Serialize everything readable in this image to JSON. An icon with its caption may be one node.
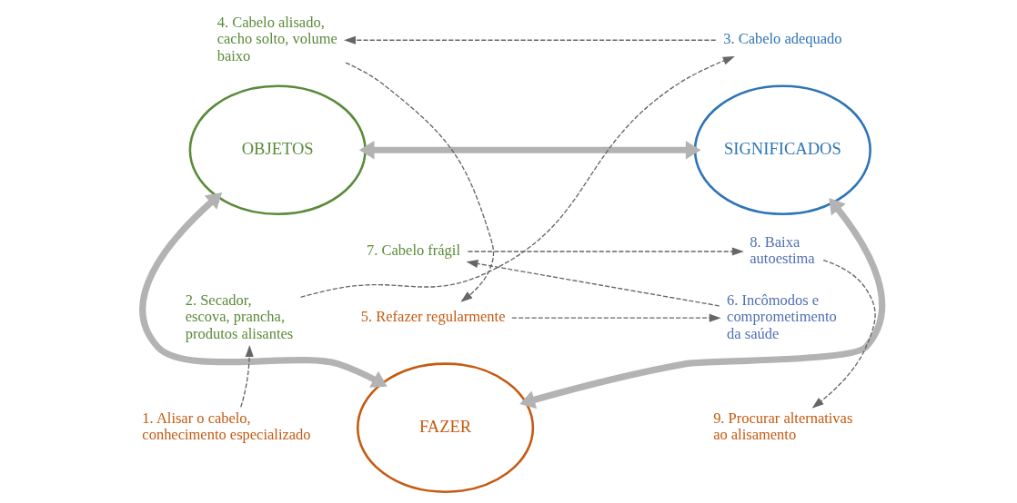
{
  "diagram": {
    "nodes": [
      {
        "text": [
          "OBJETOS"
        ]
      },
      {
        "text": [
          "SIGNIFICADOS"
        ]
      },
      {
        "text": [
          "FAZER"
        ]
      },
      {
        "text": [
          "1. Alisar o cabelo, conhecimento especializado"
        ]
      },
      {
        "text": [
          "2. Secador, escova, prancha, produtos alisantes"
        ]
      },
      {
        "text": [
          "3. Cabelo adequado"
        ]
      },
      {
        "text": [
          "4. Cabelo alisado, cacho solto, volume baixo"
        ]
      },
      {
        "text": [
          "5. Refazer regularmente"
        ]
      },
      {
        "text": [
          "6. Incômodos e comprometimento da saúde"
        ]
      },
      {
        "text": [
          "7. Cabelo frágil"
        ]
      },
      {
        "text": [
          "8. Baixa autoestima"
        ]
      },
      {
        "text": [
          "9. Procurar alternativas ao alisamento"
        ]
      }
    ],
    "edges": [
      {
        "from": 0,
        "to": 1,
        "arrow": "both",
        "style": "thick",
        "color": "#b3b3b3"
      },
      {
        "from": 0,
        "to": 2,
        "arrow": "both",
        "style": "thick",
        "color": "#b3b3b3"
      },
      {
        "from": 2,
        "to": 1,
        "arrow": "both",
        "style": "thick",
        "color": "#b3b3b3"
      },
      {
        "from": 3,
        "to": 4,
        "arrow": "to",
        "style": "dashed"
      },
      {
        "from": 4,
        "to": 5,
        "arrow": "to",
        "style": "dashed"
      },
      {
        "from": 5,
        "to": 6,
        "arrow": "to",
        "style": "dashed"
      },
      {
        "from": 6,
        "to": 7,
        "arrow": "to",
        "style": "dashed"
      },
      {
        "from": 7,
        "to": 8,
        "arrow": "to",
        "style": "dashed"
      },
      {
        "from": 8,
        "to": 9,
        "arrow": "to",
        "style": "dashed"
      },
      {
        "from": 9,
        "to": 10,
        "arrow": "to",
        "style": "dashed"
      },
      {
        "from": 10,
        "to": 11,
        "arrow": "to",
        "style": "dashed"
      }
    ]
  }
}
